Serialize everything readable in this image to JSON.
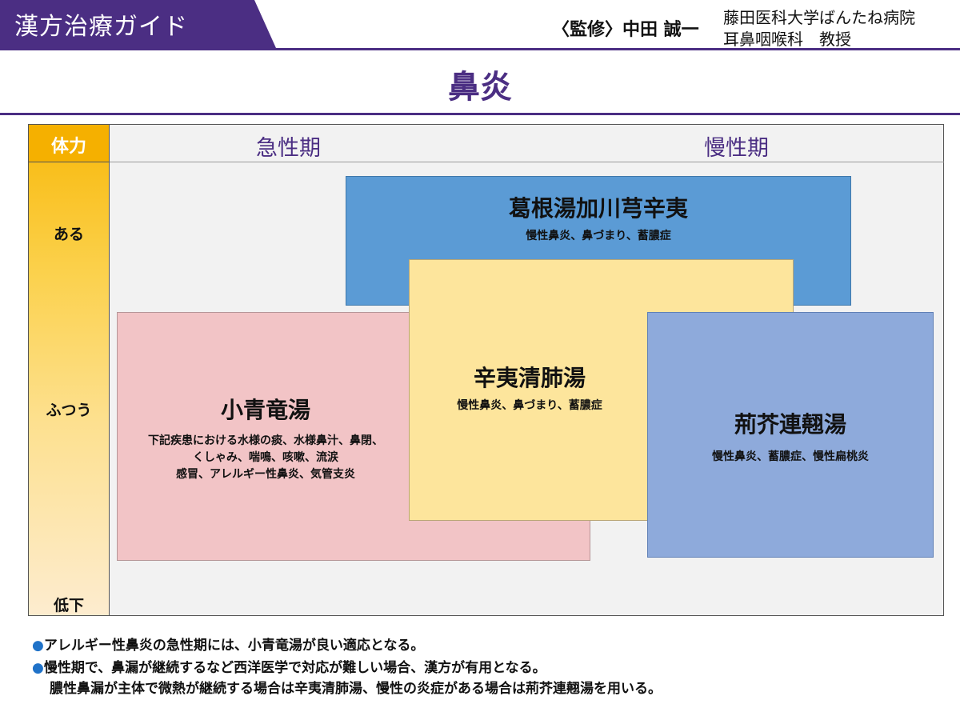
{
  "header": {
    "guide_title": "漢方治療ガイド",
    "supervisor": "〈監修〉中田 誠一",
    "affiliation_line1": "藤田医科大学ばんたね病院",
    "affiliation_line2": "耳鼻咽喉科　教授"
  },
  "page_title": "鼻炎",
  "diagram": {
    "axis_title": "体力",
    "axis_levels": [
      "ある",
      "ふつう",
      "低下"
    ],
    "phases": [
      "急性期",
      "慢性期"
    ],
    "boxes": [
      {
        "title": "葛根湯加川芎辛夷",
        "desc": [
          "慢性鼻炎、鼻づまり、蓄膿症"
        ],
        "color": "#5b9bd5"
      },
      {
        "title": "小青竜湯",
        "desc": [
          "下記疾患における水様の痰、水様鼻汁、鼻閉、",
          "くしゃみ、喘鳴、咳嗽、流涙",
          "感冒、アレルギー性鼻炎、気管支炎"
        ],
        "color": "#f2c4c6"
      },
      {
        "title": "辛夷清肺湯",
        "desc": [
          "慢性鼻炎、鼻づまり、蓄膿症"
        ],
        "color": "#fde59c"
      },
      {
        "title": "荊芥連翹湯",
        "desc": [
          "慢性鼻炎、蓄膿症、慢性扁桃炎"
        ],
        "color": "#8eaadb"
      }
    ]
  },
  "notes": {
    "bullet_symbol": "●",
    "line1": "アレルギー性鼻炎の急性期には、小青竜湯が良い適応となる。",
    "line2": "慢性期で、鼻漏が継続するなど西洋医学で対応が難しい場合、漢方が有用となる。",
    "line3": "膿性鼻漏が主体で微熱が継続する場合は辛夷清肺湯、慢性の炎症がある場合は荊芥連翹湯を用いる。"
  },
  "colors": {
    "brand": "#4b2e83",
    "axis": "#f5b000",
    "bullet": "#1f72c8"
  }
}
